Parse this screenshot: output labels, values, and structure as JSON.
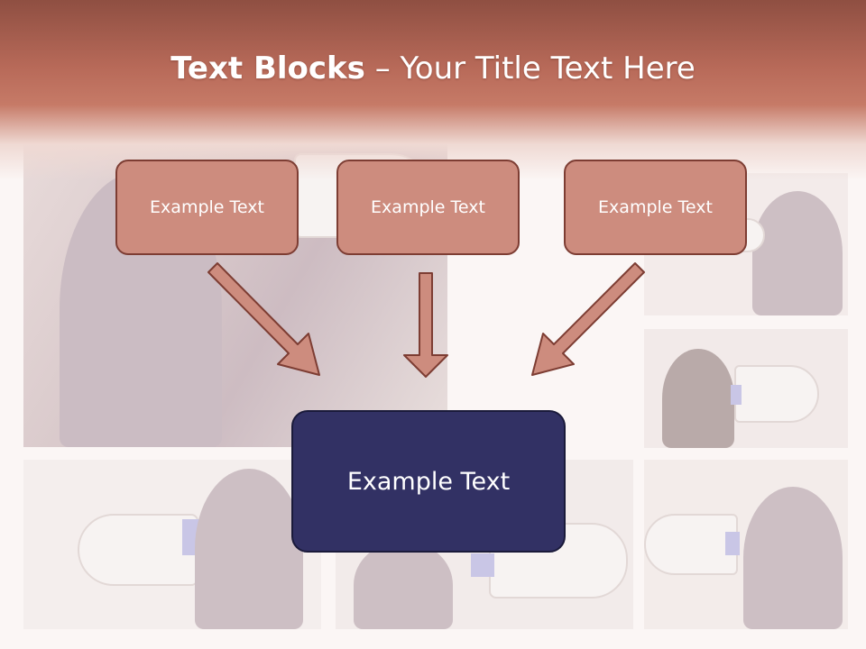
{
  "title": {
    "bold": "Text Blocks",
    "dash": " – ",
    "rest": "Your Title Text Here"
  },
  "boxes": [
    {
      "label": "Example Text"
    },
    {
      "label": "Example Text"
    },
    {
      "label": "Example Text"
    }
  ],
  "main_box": {
    "label": "Example Text"
  },
  "colors": {
    "header": "#b86a59",
    "box_fill": "#cd8c7e",
    "box_border": "#7d3d33",
    "main_fill": "#323164",
    "arrow_fill": "#cd8c7e"
  }
}
